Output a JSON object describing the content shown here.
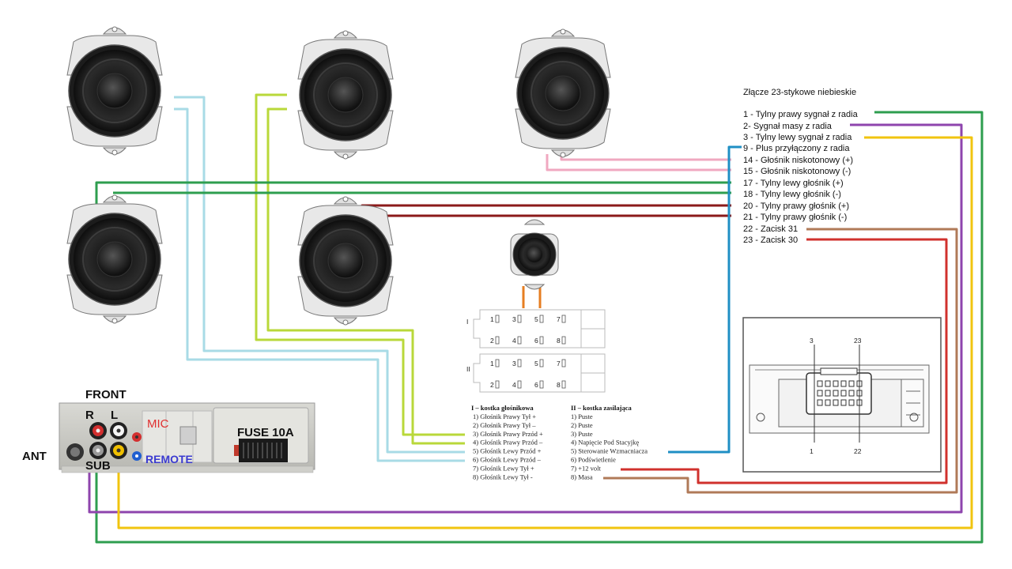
{
  "connector_title": "Złącze 23-stykowe niebieskie",
  "pins": [
    {
      "text": "1 - Tylny prawy sygnał z radia",
      "color": "#2e9e4f"
    },
    {
      "text": "2- Sygnał masy z radia",
      "color": "#8e44ad"
    },
    {
      "text": "3 - Tylny lewy sygnał z radia",
      "color": "#f1c40f"
    },
    {
      "text": "9 - Plus przyłączony z radia",
      "color": "#1f8fc4"
    },
    {
      "text": "14 - Głośnik niskotonowy (+)",
      "color": "#f0a8c0"
    },
    {
      "text": "15 - Głośnik niskotonowy (-)",
      "color": "#f0a8c0"
    },
    {
      "text": "17 - Tylny lewy głośnik (+)",
      "color": "#2e9e4f"
    },
    {
      "text": "18 - Tylny lewy głośnik (-)",
      "color": "#2e9e4f"
    },
    {
      "text": "20 - Tylny prawy głośnik (+)",
      "color": "#8b1a1a"
    },
    {
      "text": "21 - Tylny prawy głośnik (-)",
      "color": "#8b1a1a"
    },
    {
      "text": "22 - Zacisk 31",
      "color": "#b07a58"
    },
    {
      "text": "23 - Zacisk 30",
      "color": "#d0312d"
    }
  ],
  "iso": {
    "block1_mark": "I",
    "block2_mark": "II",
    "cells": [
      "1",
      "3",
      "5",
      "7",
      "2",
      "4",
      "6",
      "8"
    ],
    "list1_title": "I – kostka głośnikowa",
    "list1": [
      "1) Głośnik Prawy Tył +",
      "2) Głośnik Prawy Tył –",
      "3) Głośnik Prawy Przód +",
      "4) Głośnik Prawy Przód –",
      "5) Głośnik Lewy Przód +",
      "6) Głośnik Lewy Przód –",
      "7) Głośnik Lewy Tył +",
      "8) Głośnik Lewy Tył -"
    ],
    "list2_title": "II – kostka zasilająca",
    "list2": [
      "1) Puste",
      "2) Puste",
      "3) Puste",
      "4) Napięcie Pod Stacyjkę",
      "5) Sterowanie Wzmacniacza",
      "6) Podświetlenie",
      "7) +12 volt",
      "8) Masa"
    ]
  },
  "radio": {
    "front": "FRONT",
    "r": "R",
    "l": "L",
    "mic": "MIC",
    "remote": "REMOTE",
    "fuse": "FUSE 10A",
    "ant": "ANT",
    "sub": "SUB"
  },
  "plug_labels": {
    "top_left": "3",
    "top_right": "23",
    "bottom_left": "1",
    "bottom_right": "22"
  },
  "colors": {
    "light_blue": "#a8dbe6",
    "lime": "#b9d83a",
    "green": "#2e9e4f",
    "purple": "#8e44ad",
    "yellow": "#f1c40f",
    "pink": "#f0a8c0",
    "dark_red": "#8b1a1a",
    "brown": "#b07a58",
    "red": "#d0312d",
    "cyan": "#1f8fc4",
    "orange": "#e67e22",
    "mic_red": "#e03030",
    "remote_blue": "#3a3ad0"
  }
}
